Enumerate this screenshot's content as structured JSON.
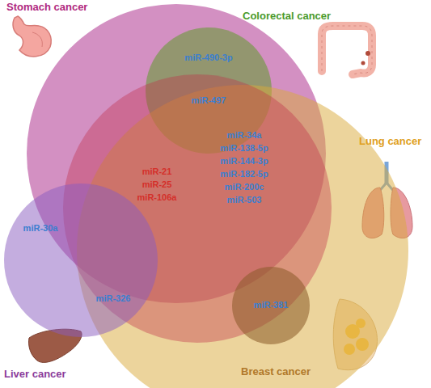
{
  "diagram": {
    "nodes": [
      {
        "text": [
          "Stomach cancer"
        ]
      },
      {
        "text": [
          "Colorectal cancer"
        ]
      },
      {
        "text": [
          "Lung cancer"
        ]
      },
      {
        "text": [
          "miR-21",
          "miR-25",
          "miR-106a",
          "miR-34a",
          "miR-138-5p",
          "miR-144-3p",
          "miR-182-5p",
          "miR-200c",
          "miR-503"
        ]
      },
      {
        "text": [
          "Liver cancer"
        ]
      },
      {
        "text": [
          "Breast cancer",
          "miR-381"
        ],
        "in": 2
      }
    ],
    "labels": [
      "miR-490-3p",
      "miR-497",
      "miR-30a",
      "miR-326"
    ]
  }
}
